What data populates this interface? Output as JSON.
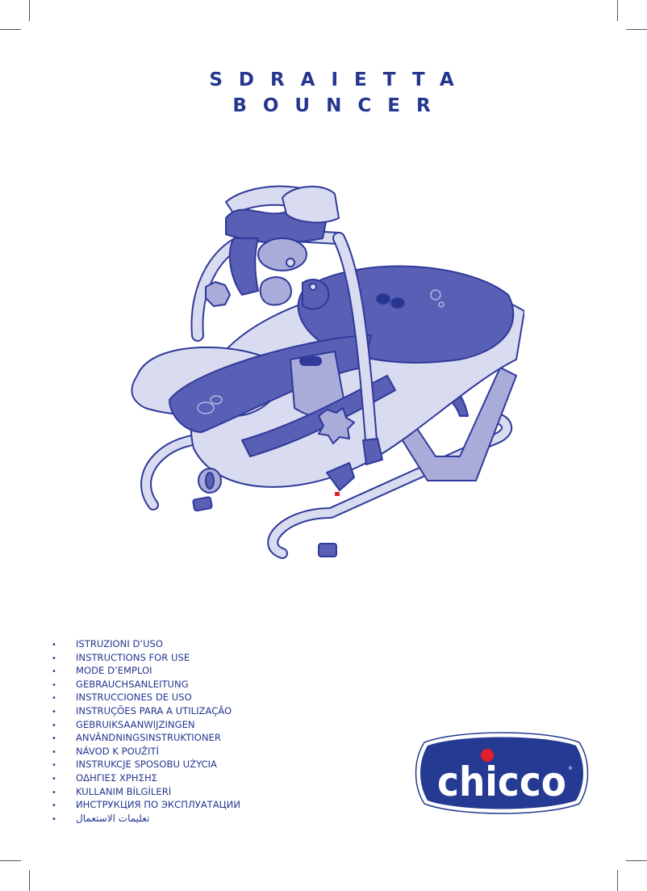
{
  "document": {
    "title_line1": "SDRAIETTA",
    "title_line2": "BOUNCER",
    "illustration": "baby-bouncer-with-toy-bar",
    "languages": [
      "ISTRUZIONI D’USO",
      "INSTRUCTIONS FOR USE",
      "MODE D’EMPLOI",
      "GEBRAUCHSANLEITUNG",
      "INSTRUCCIONES DE USO",
      "INSTRUÇÕES PARA A UTILIZAÇÃO",
      "GEBRUIKSAANWIJZINGEN",
      "ANVÄNDNINGSINSTRUKTIONER",
      "NÁVOD K POUŽITÍ",
      "INSTRUKCJE SPOSOBU UŻYCIA",
      "ΟΔΗΓΙΕΣ ΧΡΗΣΗΣ",
      "KULLANIM BİLGİLERİ",
      "ИНСТРУКЦИЯ ПО ЭКСПЛУАТАЦИИ",
      "تعليمات الاستعمال"
    ],
    "bullet": "•",
    "brand": {
      "name": "chicco",
      "registered_mark": "®",
      "logo_blue": "#253a92",
      "dot_red": "#e31e2d"
    }
  },
  "colors": {
    "text_blue": "#25368f",
    "line_blue": "#2f3a9a",
    "fill_light": "#d9dbf0",
    "fill_mid": "#a9acd9",
    "fill_dark": "#5a5fb6"
  }
}
